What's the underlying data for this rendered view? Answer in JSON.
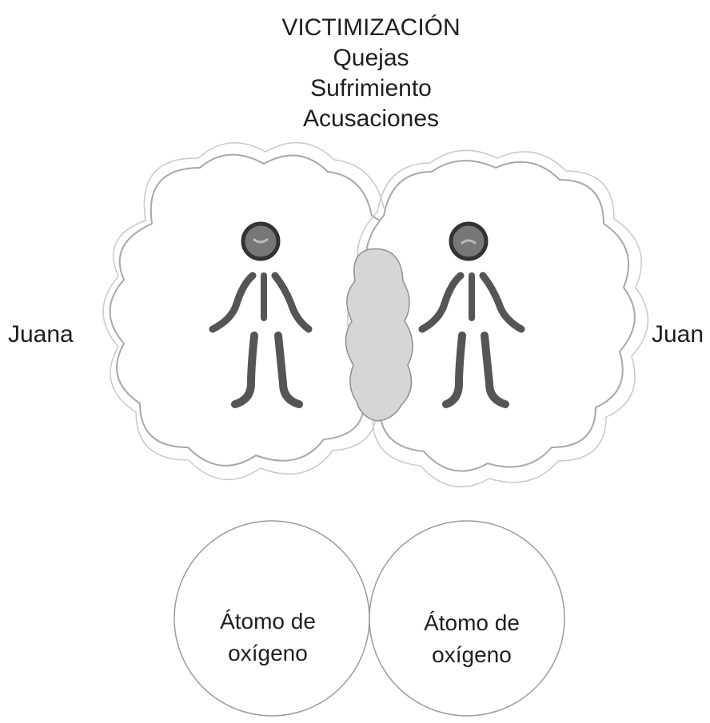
{
  "title": {
    "heading": "VICTIMIZACIÓN",
    "lines": [
      "Quejas",
      "Sufrimiento",
      "Acusaciones"
    ]
  },
  "people": {
    "left_name": "Juana",
    "right_name": "Juan"
  },
  "atoms": {
    "left_label_line1": "Átomo de",
    "left_label_line2": "oxígeno",
    "right_label_line1": "Átomo de",
    "right_label_line2": "oxígeno"
  },
  "colors": {
    "overlap_fill": "#d6d6d6",
    "outline": "#9a9a9a",
    "figure": "#555555"
  }
}
